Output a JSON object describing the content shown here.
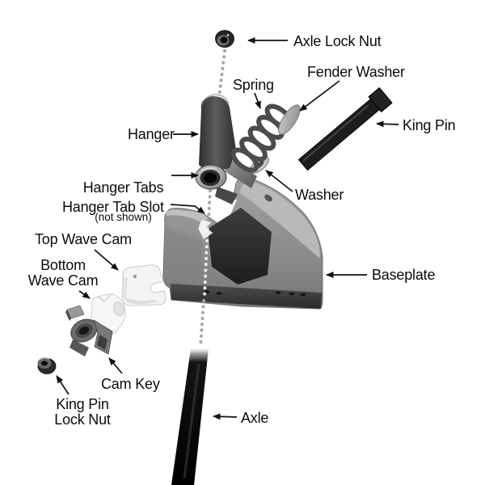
{
  "palette": {
    "background": "#ffffff",
    "label_text": "#0b0b0b",
    "arrow": "#101010",
    "leader_dots": "#a6a6a6",
    "dark_metal": "#1d1d1d",
    "mid_metal": "#8d8d8d",
    "light_plastic": "#f4f4f4"
  },
  "labels": {
    "axle_lock_nut": "Axle Lock Nut",
    "fender_washer": "Fender Washer",
    "spring": "Spring",
    "king_pin": "King Pin",
    "hanger": "Hanger",
    "hanger_tabs": "Hanger Tabs",
    "hanger_tabs_note": "(not shown)",
    "washer": "Washer",
    "hanger_tab_slot": "Hanger Tab Slot",
    "top_wave_cam": "Top Wave Cam",
    "bottom_wave_cam": "Bottom\nWave Cam",
    "baseplate": "Baseplate",
    "cam_key": "Cam Key",
    "king_pin_lock_nut": "King Pin\nLock Nut",
    "axle": "Axle"
  }
}
